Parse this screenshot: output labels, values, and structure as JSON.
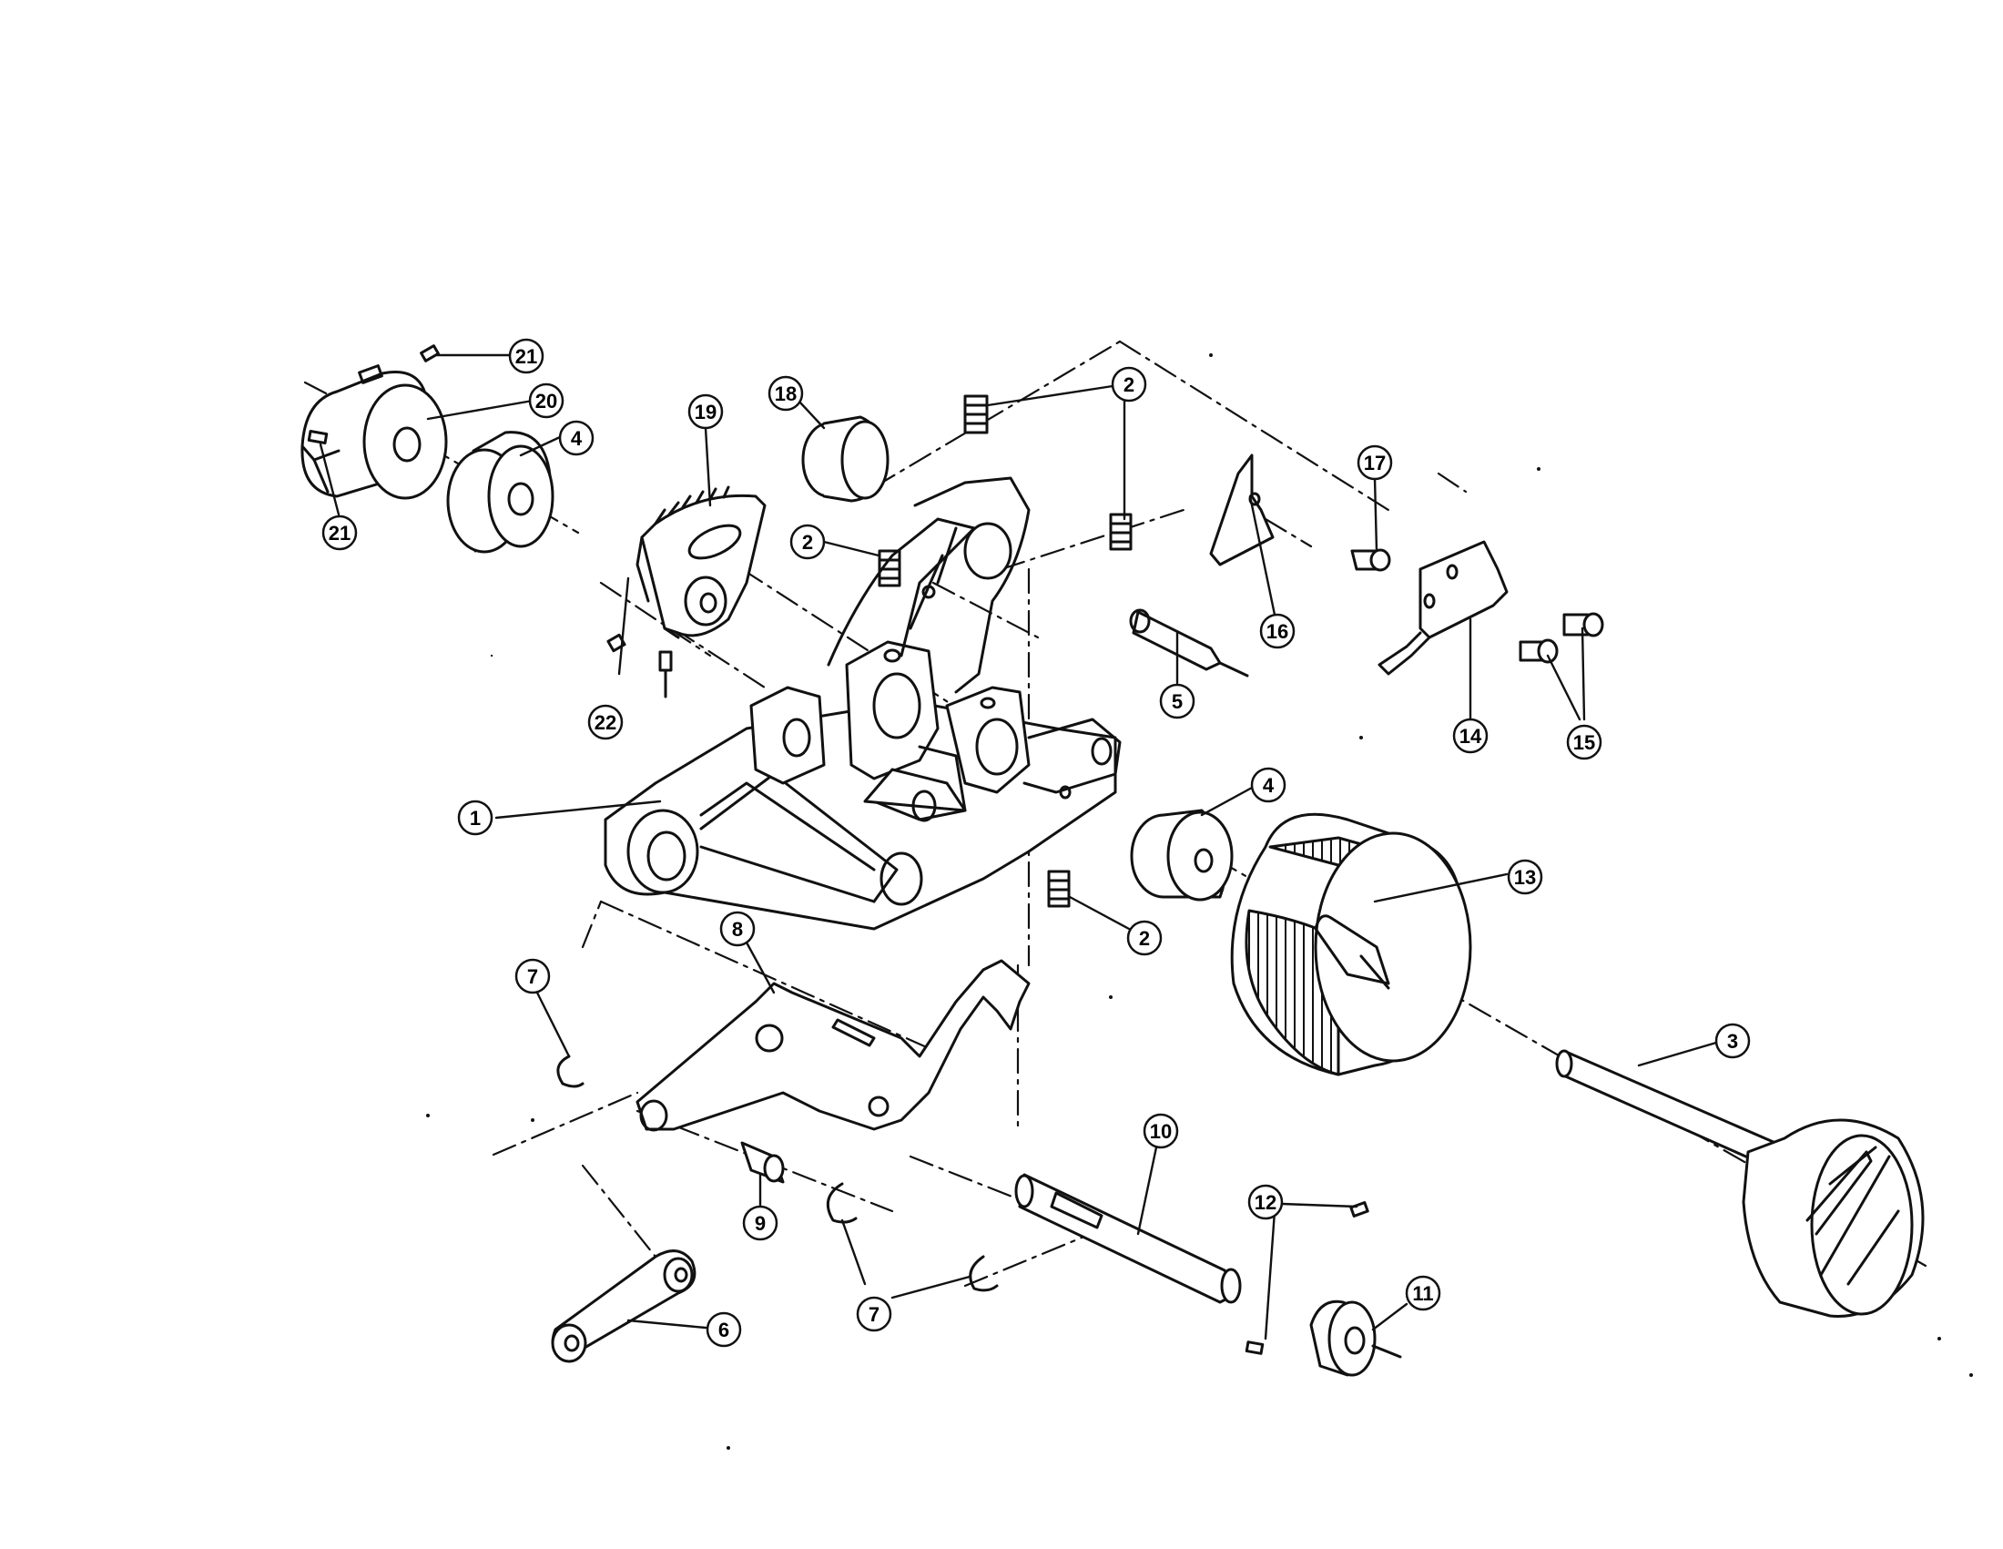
{
  "diagram": {
    "callouts": [
      {
        "id": "c1",
        "label": "1"
      },
      {
        "id": "c2a",
        "label": "2"
      },
      {
        "id": "c2b",
        "label": "2"
      },
      {
        "id": "c2c",
        "label": "2"
      },
      {
        "id": "c3",
        "label": "3"
      },
      {
        "id": "c4a",
        "label": "4"
      },
      {
        "id": "c4b",
        "label": "4"
      },
      {
        "id": "c5",
        "label": "5"
      },
      {
        "id": "c6",
        "label": "6"
      },
      {
        "id": "c7a",
        "label": "7"
      },
      {
        "id": "c7b",
        "label": "7"
      },
      {
        "id": "c8",
        "label": "8"
      },
      {
        "id": "c9",
        "label": "9"
      },
      {
        "id": "c10",
        "label": "10"
      },
      {
        "id": "c11",
        "label": "11"
      },
      {
        "id": "c12",
        "label": "12"
      },
      {
        "id": "c13",
        "label": "13"
      },
      {
        "id": "c14",
        "label": "14"
      },
      {
        "id": "c15",
        "label": "15"
      },
      {
        "id": "c16",
        "label": "16"
      },
      {
        "id": "c17",
        "label": "17"
      },
      {
        "id": "c18",
        "label": "18"
      },
      {
        "id": "c19",
        "label": "19"
      },
      {
        "id": "c20",
        "label": "20"
      },
      {
        "id": "c21a",
        "label": "21"
      },
      {
        "id": "c21b",
        "label": "21"
      },
      {
        "id": "c22",
        "label": "22"
      }
    ]
  }
}
